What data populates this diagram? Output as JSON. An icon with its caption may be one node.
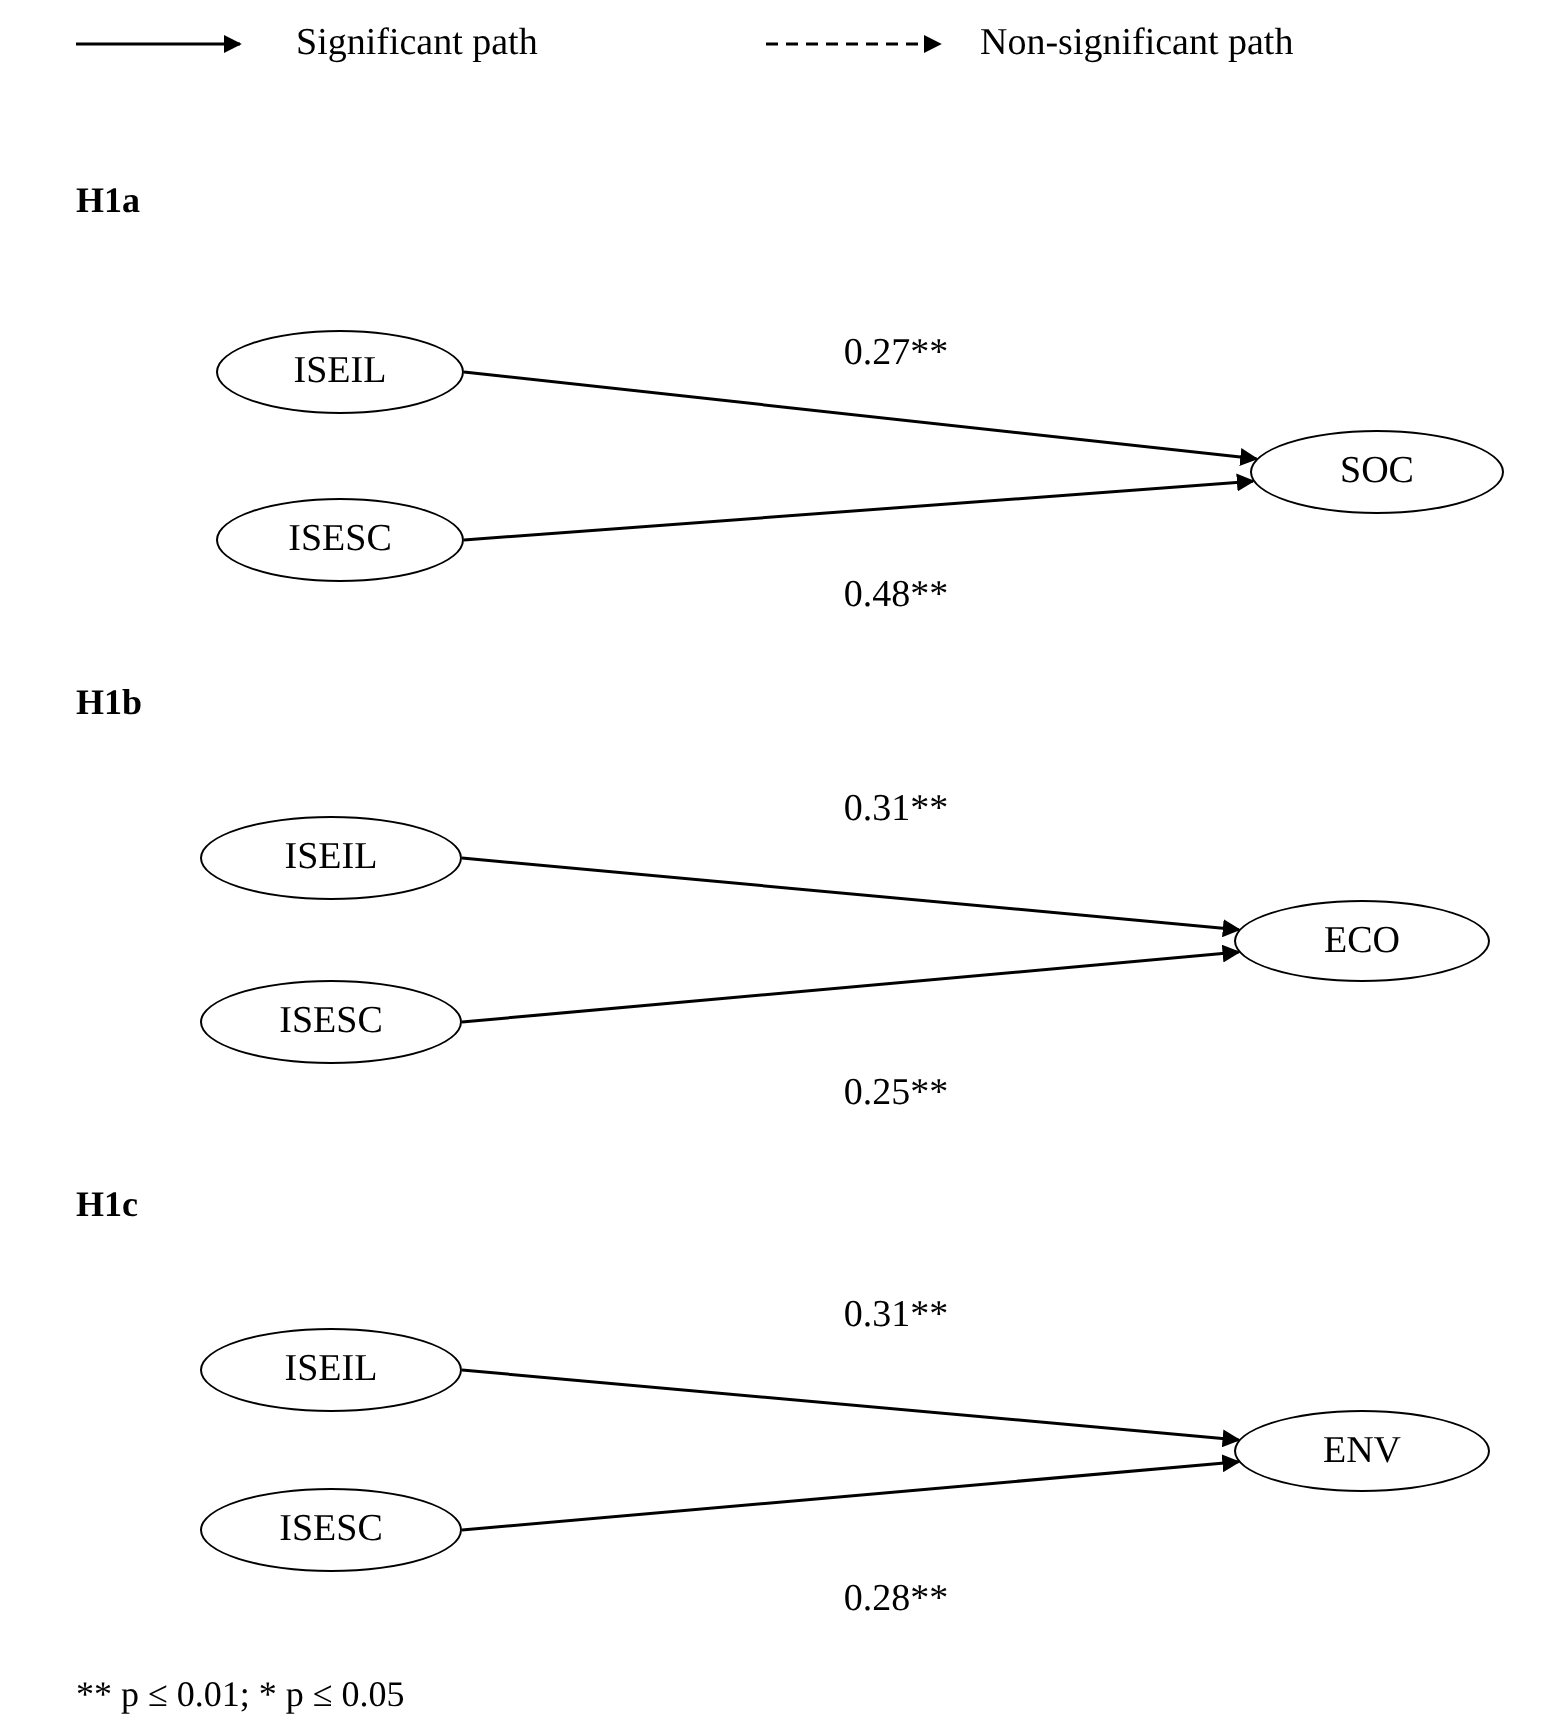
{
  "diagram": {
    "nodes": [
      {
        "text": [
          "ISEIL"
        ]
      },
      {
        "text": [
          "ISESC"
        ]
      },
      {
        "text": [
          "SOC"
        ]
      },
      {
        "text": [
          "ISEIL"
        ]
      },
      {
        "text": [
          "ISESC"
        ]
      },
      {
        "text": [
          "ECO"
        ]
      },
      {
        "text": [
          "ISEIL"
        ]
      },
      {
        "text": [
          "ISESC"
        ]
      },
      {
        "text": [
          "ENV"
        ]
      }
    ],
    "edges": [
      {
        "from": 0,
        "to": 2,
        "arrow": "to",
        "label": "0.27**"
      },
      {
        "from": 1,
        "to": 2,
        "arrow": "to",
        "label": "0.48**"
      },
      {
        "from": 3,
        "to": 5,
        "arrow": "to",
        "label": "0.31**"
      },
      {
        "from": 4,
        "to": 5,
        "arrow": "to",
        "label": "0.25**"
      },
      {
        "from": 6,
        "to": 8,
        "arrow": "to",
        "label": "0.31**"
      },
      {
        "from": 7,
        "to": 8,
        "arrow": "to",
        "label": "0.28**"
      }
    ],
    "labels": [
      "H1a",
      "H1b",
      "H1c",
      "** p ≤ 0.01; * p ≤ 0.05"
    ],
    "legend": [
      {
        "text": "Significant path"
      },
      {
        "text": "Non-significant path"
      }
    ]
  }
}
